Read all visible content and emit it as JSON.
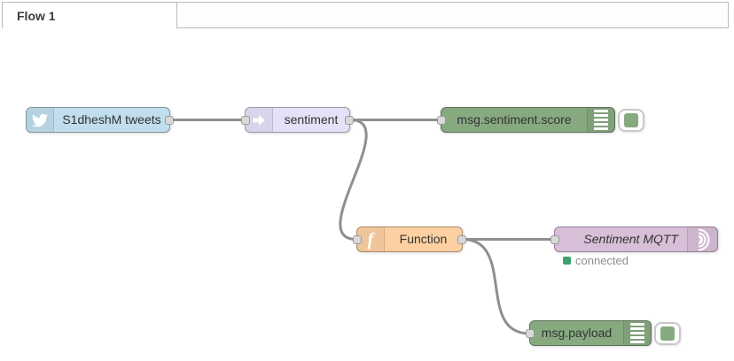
{
  "tab": {
    "label": "Flow 1"
  },
  "canvas": {
    "background": "#ffffff"
  },
  "wire": {
    "color": "#8f8f8f"
  },
  "port": {
    "fill": "#d9d9d9",
    "border": "#999999"
  },
  "nodes": [
    {
      "type": "twitter-in",
      "label": "S1dheshM tweets",
      "color": "#c0deed",
      "icon": "twitter-bird-icon"
    },
    {
      "type": "sentiment",
      "label": "sentiment",
      "color": "#e6e0f8",
      "icon": "arrow-right-icon"
    },
    {
      "type": "debug",
      "label": "msg.sentiment.score",
      "color": "#87a980",
      "icon": "debug-output-icon",
      "toggle_enabled": true
    },
    {
      "type": "function",
      "label": "Function",
      "color": "#fdd0a2",
      "icon": "function-f-icon",
      "glyph": "f"
    },
    {
      "type": "mqtt-out",
      "label": "Sentiment MQTT",
      "color": "#d8bfd8",
      "icon": "broadcast-waves-icon",
      "status": {
        "label": "connected",
        "color": "#3ea06e"
      }
    },
    {
      "type": "debug",
      "label": "msg.payload",
      "color": "#87a980",
      "icon": "debug-output-icon",
      "toggle_enabled": true
    }
  ]
}
